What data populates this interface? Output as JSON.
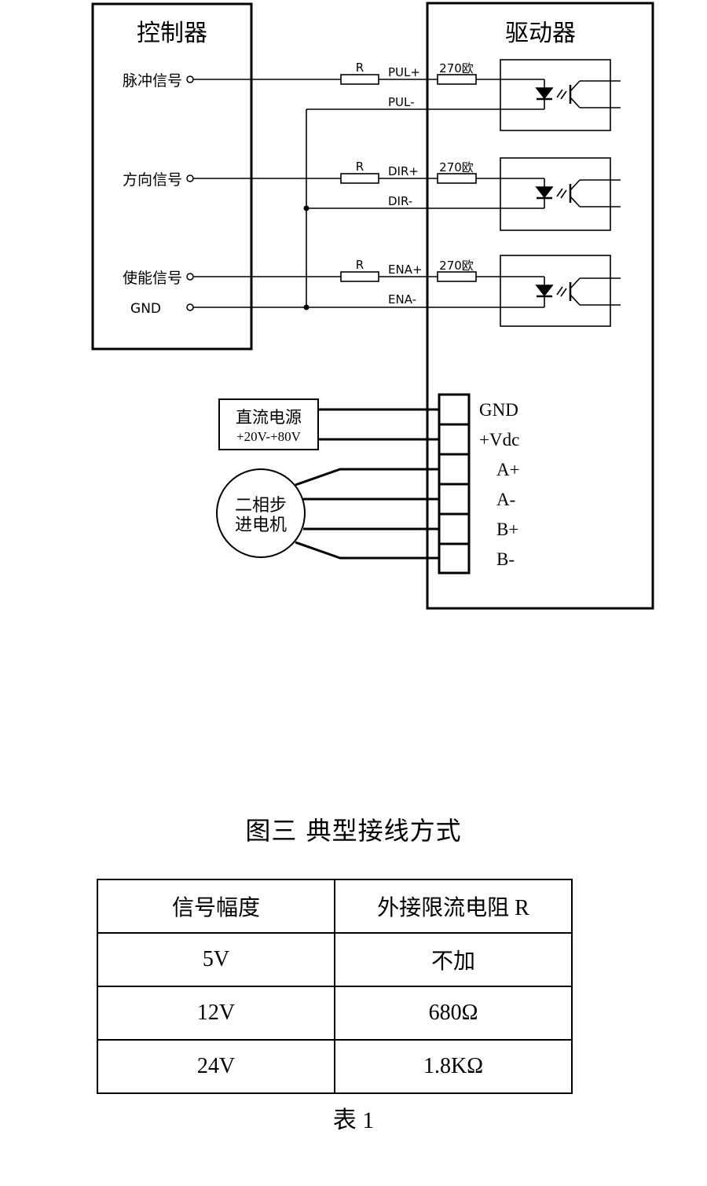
{
  "diagram": {
    "controller_title": "控制器",
    "driver_title": "驱动器",
    "controller_signals": [
      "脉冲信号",
      "方向信号",
      "使能信号",
      "GND"
    ],
    "resistor_label": "R",
    "driver_terminals": [
      "PUL+",
      "PUL-",
      "DIR+",
      "DIR-",
      "ENA+",
      "ENA-"
    ],
    "internal_resistor": "270欧",
    "power_supply": [
      "直流电源",
      "+20V-+80V"
    ],
    "motor": [
      "二相步",
      "进电机"
    ],
    "power_terminals": [
      "GND",
      "+Vdc",
      "A+",
      "A-",
      "B+",
      "B-"
    ]
  },
  "figure_caption": "图三  典型接线方式",
  "table": {
    "headers": [
      "信号幅度",
      "外接限流电阻 R"
    ],
    "rows": [
      [
        "5V",
        "不加"
      ],
      [
        "12V",
        "680Ω"
      ],
      [
        "24V",
        "1.8KΩ"
      ]
    ]
  },
  "table_caption": "表 1"
}
